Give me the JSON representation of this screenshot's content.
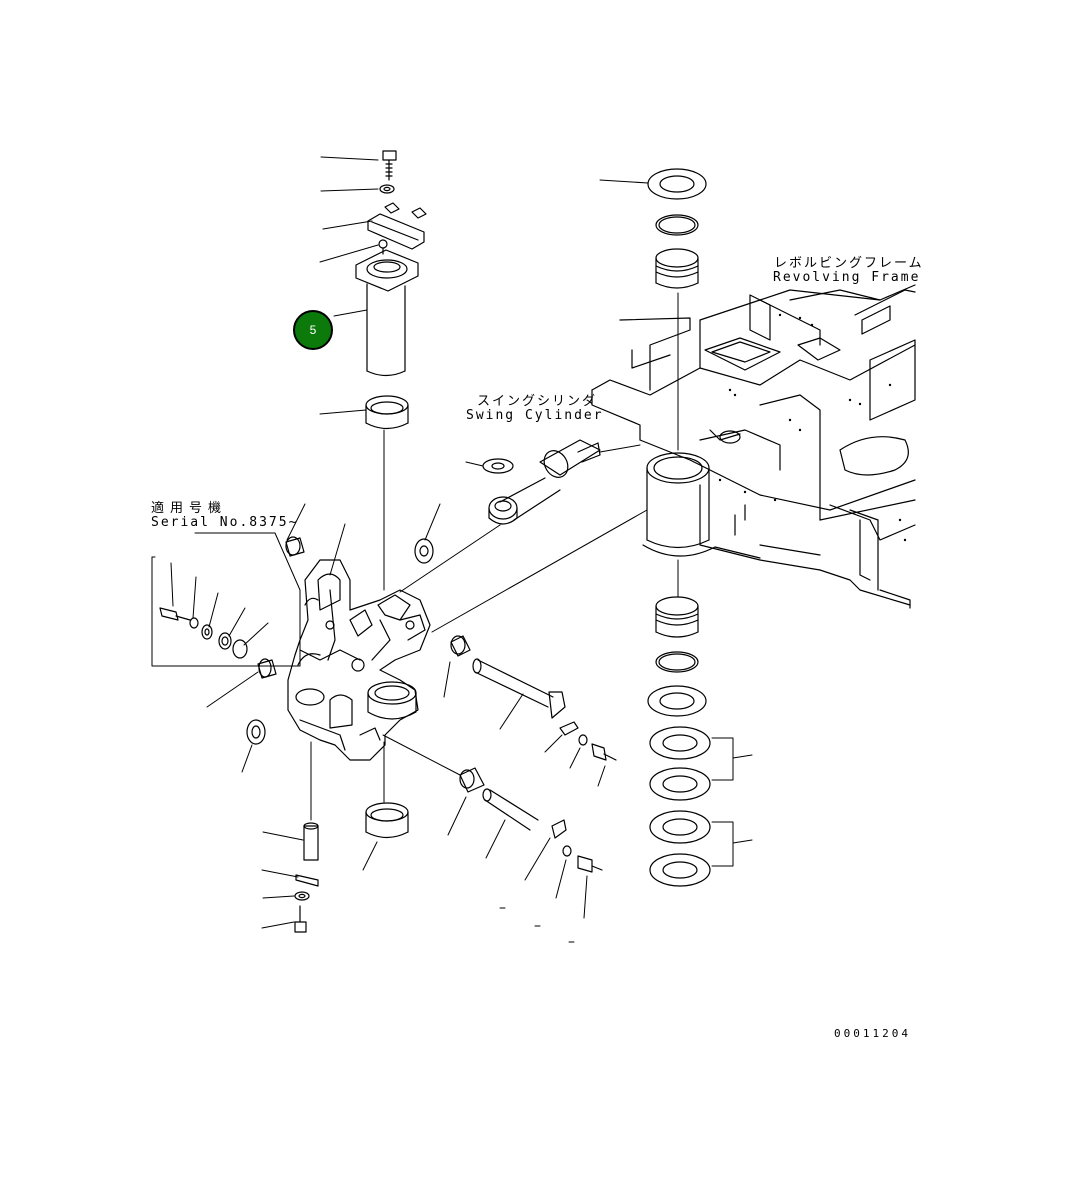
{
  "labels": {
    "revolving_frame_jp": "レボルビングフレーム",
    "revolving_frame_en": "Revolving Frame",
    "swing_cylinder_jp": "スイングシリンダ",
    "swing_cylinder_en": "Swing Cylinder",
    "applicable_jp": "適用号機",
    "serial_no": "Serial No.8375~",
    "figure_number": "00011204"
  },
  "callout": {
    "number": "5",
    "color": "#0b7a0b"
  }
}
